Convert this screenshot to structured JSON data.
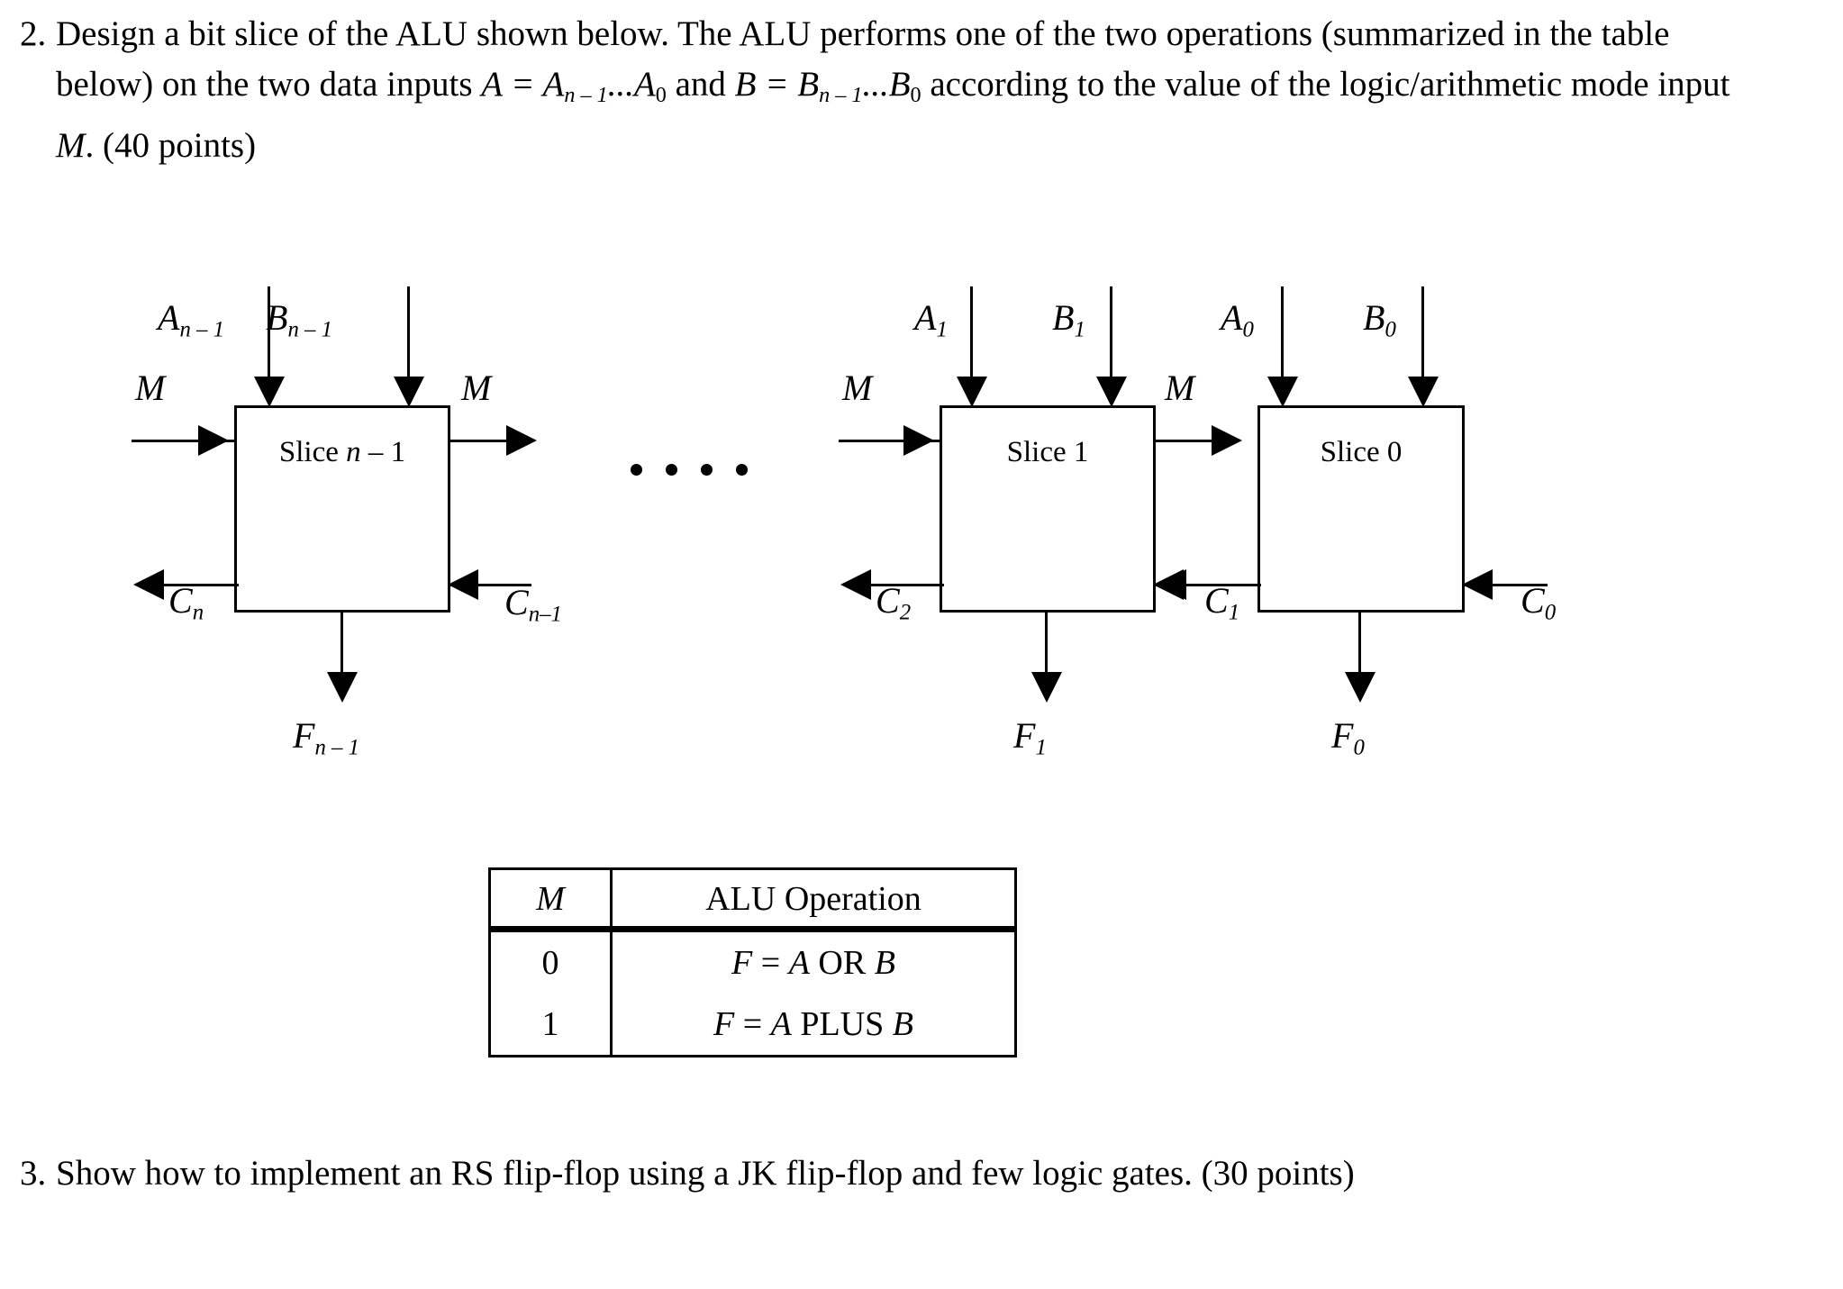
{
  "document": {
    "questions": [
      {
        "number": "2.",
        "text_runs": [
          "Design a bit slice of the ALU shown below. The ALU performs one of the two operations (summarized in the table below) on the two data inputs ",
          "A = A",
          "n – 1",
          "...A",
          "0",
          " and B = B",
          "n – 1",
          "...B",
          "0",
          " according to the value of the logic/arithmetic mode input M. (40 points)"
        ],
        "plain_text": "Design a bit slice of the ALU shown below. The ALU performs one of the two operations (summarized in the table below) on the two data inputs A = An – 1...A0 and B = Bn – 1...B0 according to the value of the logic/arithmetic mode input M. (40 points)",
        "points": "40 points"
      },
      {
        "number": "3.",
        "plain_text": "Show how to implement an RS flip-flop using a JK flip-flop and few logic gates. (30 points)",
        "points": "30 points"
      }
    ]
  },
  "question2": {
    "num": "2.",
    "seg1": "Design a bit slice of the ALU shown below. The ALU performs one of the two operations (summarized in the table below) on the two data inputs ",
    "a_eq": "A = A",
    "a_sub_hi": "n – 1",
    "a_mid": "...A",
    "a_sub_lo": "0",
    "and_word": " and ",
    "b_eq": "B = B",
    "b_sub_hi": "n – 1",
    "b_mid": "...B",
    "b_sub_lo": "0",
    "seg2": " according to the value of the logic/arithmetic mode input ",
    "m_var": "M",
    "seg3": ". (40 points)"
  },
  "question3": {
    "num": "3.",
    "text": "Show how to implement an RS flip-flop using a JK flip-flop and few logic gates. (30 points)"
  },
  "diagram": {
    "slices": [
      {
        "id": "slice-n-1",
        "title_prefix": "Slice ",
        "title_var": "n",
        "title_suffix": " – 1",
        "input_a": "A",
        "input_a_sub": "n – 1",
        "input_b": "B",
        "input_b_sub": "n – 1",
        "mode_in": "M",
        "mode_out": "M",
        "carry_out": "C",
        "carry_out_sub": "n",
        "carry_in": "C",
        "carry_in_sub": "n–1",
        "output_f": "F",
        "output_f_sub": "n – 1"
      },
      {
        "id": "slice-1",
        "title_prefix": "Slice ",
        "title_var": "",
        "title_suffix": "1",
        "input_a": "A",
        "input_a_sub": "1",
        "input_b": "B",
        "input_b_sub": "1",
        "mode_in": "M",
        "mode_out": "M",
        "carry_out": "C",
        "carry_out_sub": "2",
        "carry_in": "C",
        "carry_in_sub": "1",
        "output_f": "F",
        "output_f_sub": "1"
      },
      {
        "id": "slice-0",
        "title_prefix": "Slice ",
        "title_var": "",
        "title_suffix": "0",
        "input_a": "A",
        "input_a_sub": "0",
        "input_b": "B",
        "input_b_sub": "0",
        "mode_in": "M",
        "mode_out": "",
        "carry_out": "C",
        "carry_out_sub": "1",
        "carry_in": "C",
        "carry_in_sub": "0",
        "output_f": "F",
        "output_f_sub": "0"
      }
    ],
    "ellipsis_dot_count": 4,
    "line_color": "#000000"
  },
  "op_table": {
    "headers": {
      "mode": "M",
      "operation": "ALU Operation"
    },
    "rows": [
      {
        "mode": "0",
        "op_f": "F",
        "op_eq": " = ",
        "op_a": "A",
        "op_word": " OR ",
        "op_b": "B",
        "op_plain": "F = A OR B"
      },
      {
        "mode": "1",
        "op_f": "F",
        "op_eq": " = ",
        "op_a": "A",
        "op_word": " PLUS ",
        "op_b": "B",
        "op_plain": "F = A PLUS B"
      }
    ]
  }
}
